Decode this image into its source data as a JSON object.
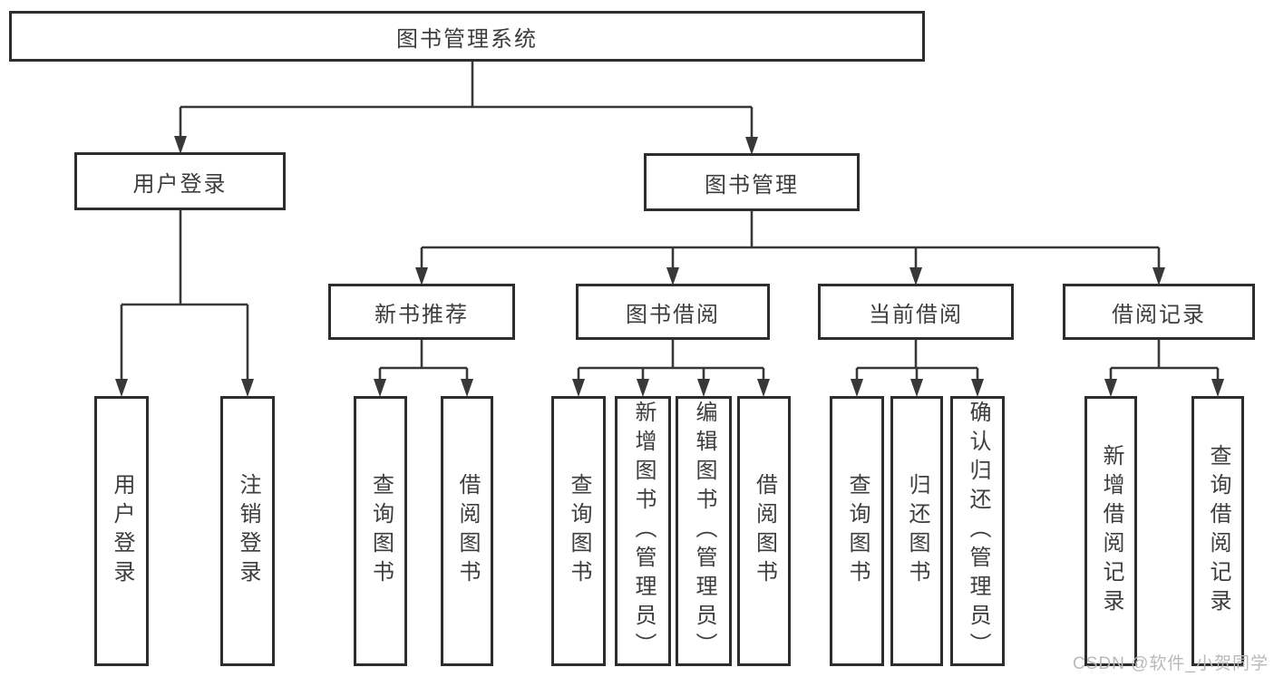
{
  "tree": {
    "label": "图书管理系统",
    "children": [
      {
        "label": "用户登录",
        "children": [
          {
            "label": "用户登录"
          },
          {
            "label": "注销登录"
          }
        ]
      },
      {
        "label": "图书管理",
        "children": [
          {
            "label": "新书推荐",
            "children": [
              {
                "label": "查询图书"
              },
              {
                "label": "借阅图书"
              }
            ]
          },
          {
            "label": "图书借阅",
            "children": [
              {
                "label": "查询图书"
              },
              {
                "label": "新增图书（管理员）"
              },
              {
                "label": "编辑图书（管理员）"
              },
              {
                "label": "借阅图书"
              }
            ]
          },
          {
            "label": "当前借阅",
            "children": [
              {
                "label": "查询图书"
              },
              {
                "label": "归还图书"
              },
              {
                "label": "确认归还（管理员）"
              }
            ]
          },
          {
            "label": "借阅记录",
            "children": [
              {
                "label": "新增借阅记录"
              },
              {
                "label": "查询借阅记录"
              }
            ]
          }
        ]
      }
    ]
  },
  "watermark": {
    "text": "CSDN @软件_小贺同学"
  },
  "colors": {
    "bg": "#ffffff",
    "line": "#383838",
    "border": "#2d2d2d",
    "text": "#3d3d3d",
    "watermark": "#b7b9bd"
  }
}
